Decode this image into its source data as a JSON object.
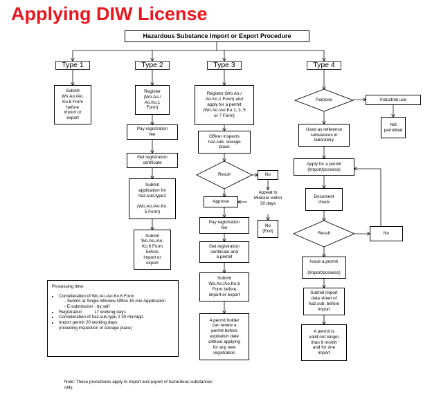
{
  "title": "Applying DIW License",
  "header": "Hazardous Substance Import or Export Procedure",
  "types": [
    "Type 1",
    "Type 2",
    "Type 3",
    "Type 4"
  ],
  "type1": {
    "submit": "Submit\nWo.Ao./Ao.\nKo.6 Form\nbefore\nimport or\nexport"
  },
  "type2": {
    "register": "Register\n(Wo.Ao./\nAo.Ko.1\nForm)",
    "pay_fee": "Pay registration\nfee",
    "get_cert": "Get registration\ncertificate",
    "submit_app": "Submit\napplication for\nhaz.sub.type2\n\n(Wo.Ao./Ao.Ko.\n5 Form)",
    "submit_ko6": "Submit\nWo.Ao./Ao.\nKo.6 Form\nbefore\nimport or\nexport"
  },
  "type3": {
    "register": "Register (Wo.Ao./\nAo.Ko.1 Form) and\napply for a permit\n(Wo.Ao./Ao.Ko.1, 3, 5\nor 7 Form)",
    "officer": "Officer inspects\nhaz.sub. storage\nplace",
    "result": "Result",
    "no": "No",
    "appeal": "Appeal to\nMinister within\n30 days",
    "no_end": "No\n(End)",
    "approve": "Approve",
    "pay_fee": "Pay registration\nfee",
    "get_cert": "Get registration\ncertificate and\na permit",
    "submit_ko6": "Submit\nWo.Ao./Ao.Ko.6\nForm before\nimport or export",
    "renew": "A permit holder\ncan renew a\npermit before\nexpiration date\nwithout applying\nfor any new\nregistration"
  },
  "type4": {
    "purpose": "Purpose",
    "industrial": "Industrial use",
    "not_permitted": "Not\npermitted",
    "reference": "Used as reference\nsubstances in\nlaboratory",
    "apply": "Apply for a permit\n(Import/possess)",
    "doc_check": "Document\ncheck",
    "result": "Result",
    "no": "No",
    "issue": "Issue a permit\n\n(Import/possess)",
    "submit_data": "Submit import\ndata sheet of\nhaz.sub. before\nimport",
    "valid": "A permit is\nvalid not longer\nthan 6 month\nand for one\nimport"
  },
  "processing": {
    "heading": "Processing time:",
    "item1": "Consideration of Wo.Ao./Ao.Ko.6 Form",
    "item1_sub1": "-   Submit at Single Window Office 15 min./application",
    "item1_sub2": "-   E-submission : by self",
    "item2": "Registration          17 working days",
    "item3": "Consideration of haz.sub.type 2   30 min/app.",
    "item4": "Import permit   20 working days\n(including inspection of storage place)"
  },
  "note": "Note: These procedures apply to import and export of hazardous substances only."
}
